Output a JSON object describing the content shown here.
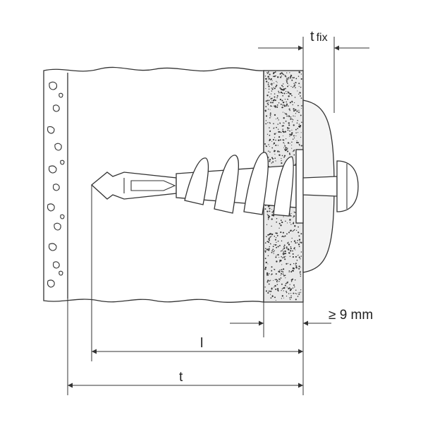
{
  "diagram": {
    "labels": {
      "t_fix_main": "t",
      "t_fix_sub": "fix",
      "min_thickness": "≥ 9 mm",
      "anchor_length": "l",
      "hole_depth": "t"
    },
    "colors": {
      "line": "#333333",
      "background": "#ffffff",
      "board_fill": "#e8e8e8",
      "fixture_fill": "#f4f4f4"
    }
  }
}
